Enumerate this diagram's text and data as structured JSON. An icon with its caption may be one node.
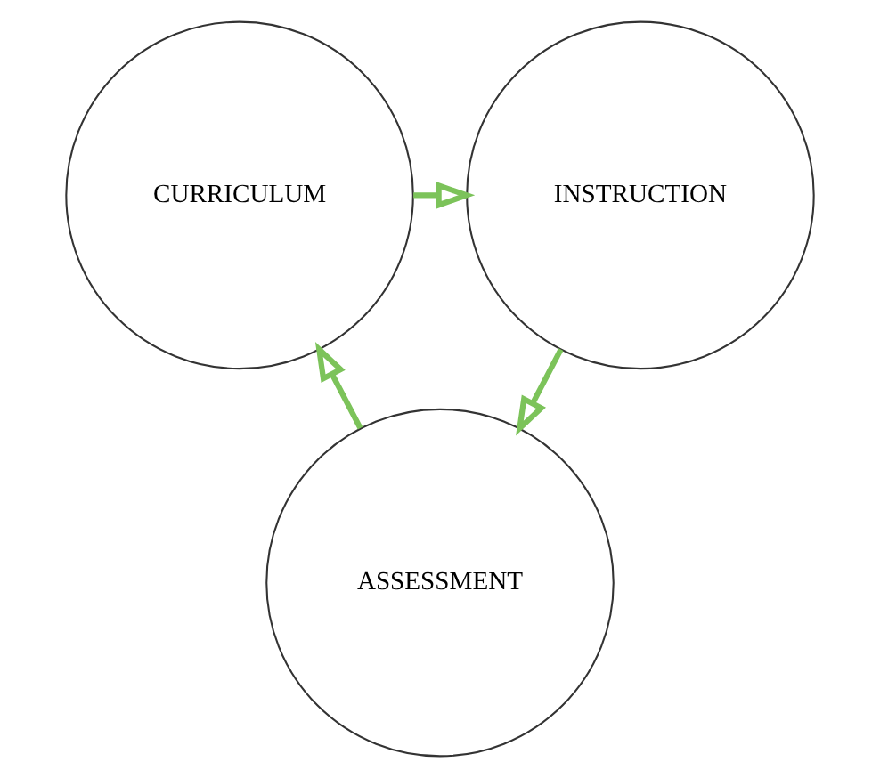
{
  "diagram": {
    "nodes": [
      {
        "text": [
          "CURRICULUM"
        ]
      },
      {
        "text": [
          "INSTRUCTION"
        ]
      },
      {
        "text": [
          "ASSESSMENT"
        ]
      }
    ],
    "edges": [
      {
        "from": 0,
        "to": 1,
        "arrow": "to"
      },
      {
        "from": 1,
        "to": 2,
        "arrow": "to"
      },
      {
        "from": 2,
        "to": 0,
        "arrow": "to"
      }
    ]
  }
}
